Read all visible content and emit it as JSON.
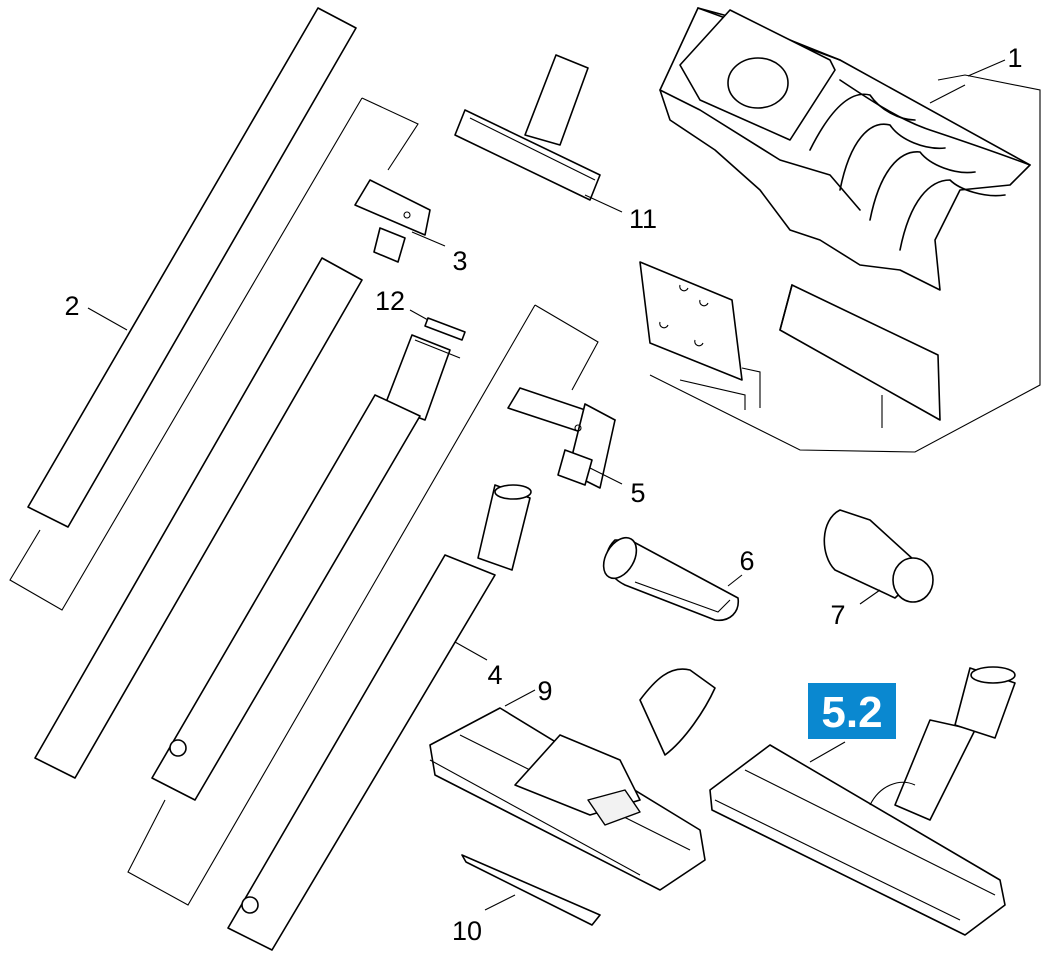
{
  "parts": [
    {
      "id": "1",
      "label": "1",
      "name": "dust-filter-bags-set"
    },
    {
      "id": "2",
      "label": "2",
      "name": "suction-tube"
    },
    {
      "id": "3",
      "label": "3",
      "name": "adapter"
    },
    {
      "id": "4",
      "label": "4",
      "name": "telescopic-suction-tube"
    },
    {
      "id": "5",
      "label": "5",
      "name": "adapter"
    },
    {
      "id": "6",
      "label": "6",
      "name": "crevice-nozzle"
    },
    {
      "id": "7",
      "label": "7",
      "name": "upholstery-adapter"
    },
    {
      "id": "9",
      "label": "9",
      "name": "floor-nozzle"
    },
    {
      "id": "10",
      "label": "10",
      "name": "brush-strip"
    },
    {
      "id": "11",
      "label": "11",
      "name": "upholstery-nozzle"
    },
    {
      "id": "12",
      "label": "12",
      "name": "spring-pin"
    }
  ],
  "badge": {
    "text": "5.2",
    "color": "#0a88d0"
  }
}
